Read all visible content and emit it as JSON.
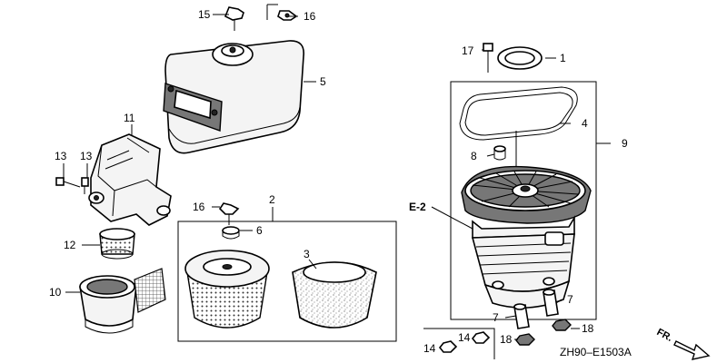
{
  "diagram": {
    "labels": {
      "p1": "1",
      "p2": "2",
      "p3": "3",
      "p4": "4",
      "p5": "5",
      "p6": "6",
      "p7a": "7",
      "p7b": "7",
      "p8": "8",
      "p9": "9",
      "p10": "10",
      "p11": "11",
      "p12": "12",
      "p13a": "13",
      "p13b": "13",
      "p14a": "14",
      "p14b": "14",
      "p15": "15",
      "p16a": "16",
      "p16b": "16",
      "p17": "17",
      "p18a": "18",
      "p18b": "18",
      "e2": "E-2"
    },
    "footer": {
      "code": "ZH90–E1503A",
      "direction": "FR."
    }
  }
}
